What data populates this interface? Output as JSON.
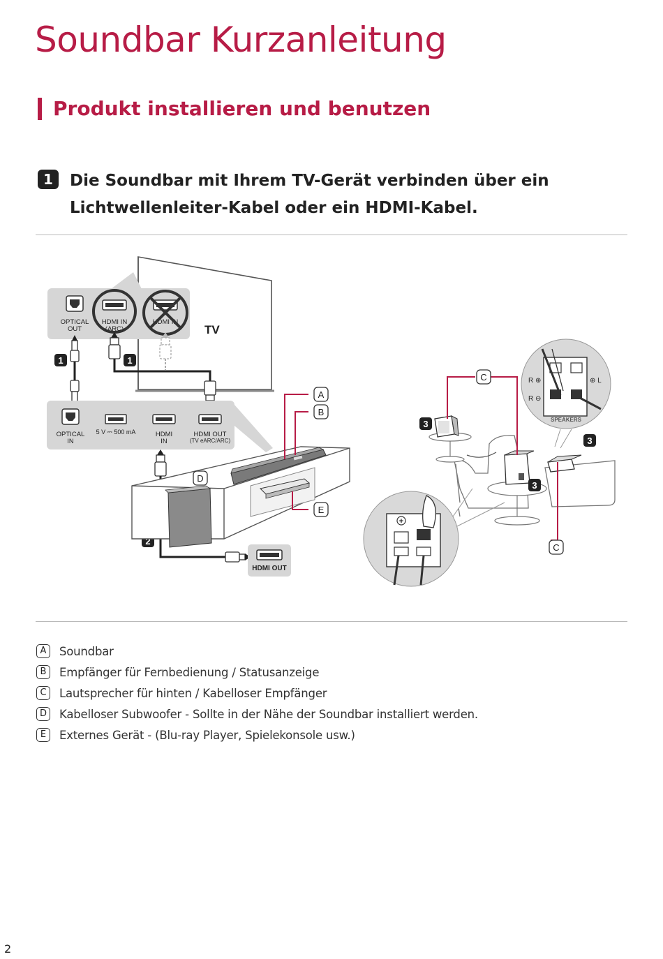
{
  "header": {
    "title": "Soundbar Kurzanleitung",
    "section": "Produkt installieren und benutzen"
  },
  "step": {
    "number": "1",
    "text": "Die Soundbar mit Ihrem TV-Gerät verbinden über ein Lichtwellenleiter-Kabel oder ein HDMI-Kabel."
  },
  "diagram": {
    "tv_label": "TV",
    "tv_ports": {
      "optical_out_1": "OPTICAL",
      "optical_out_2": "OUT",
      "hdmi_in_arc_1": "HDMI IN",
      "hdmi_in_arc_2": "(ARC)",
      "hdmi_in": "HDMI IN"
    },
    "soundbar_ports": {
      "optical_in_1": "OPTICAL",
      "optical_in_2": "IN",
      "usb": "5 V ⎓ 500 mA",
      "hdmi_in_1": "HDMI",
      "hdmi_in_2": "IN",
      "hdmi_out_1": "HDMI OUT",
      "hdmi_out_2": "(TV eARC/ARC)"
    },
    "external_port": "HDMI OUT",
    "speaker_panel": {
      "r_plus": "R ⊕",
      "r_minus": "R ⊖",
      "l_plus": "⊕ L",
      "speakers": "SPEAKERS"
    },
    "markers": {
      "one": "1",
      "two": "2",
      "three": "3",
      "a": "A",
      "b": "B",
      "c": "C",
      "d": "D",
      "e": "E"
    },
    "plus": "+"
  },
  "legend": [
    {
      "key": "A",
      "text": "Soundbar"
    },
    {
      "key": "B",
      "text": "Empfänger für Fernbedienung / Statusanzeige"
    },
    {
      "key": "C",
      "text": "Lautsprecher für hinten / Kabelloser Empfänger"
    },
    {
      "key": "D",
      "text": "Kabelloser Subwoofer - Sollte in der Nähe der Soundbar installiert werden."
    },
    {
      "key": "E",
      "text": "Externes Gerät - (Blu-ray Player, Spielekonsole usw.)"
    }
  ],
  "colors": {
    "accent": "#b71c46",
    "text": "#222222",
    "panel": "#d6d6d6"
  },
  "footer": {
    "page_number": "2"
  }
}
